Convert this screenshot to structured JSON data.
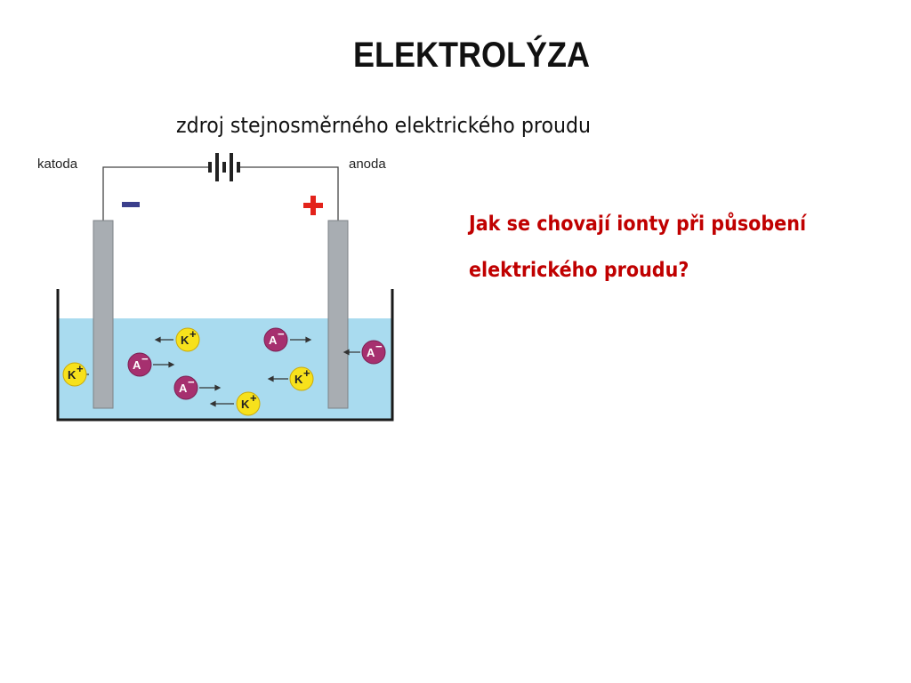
{
  "slide": {
    "title": "ELEKTROLÝZA",
    "subtitle": "zdroj stejnosměrného elektrického proudu",
    "question_line1": "Jak se chovají ionty při působení",
    "question_line2": "elektrického proudu?"
  },
  "diagram": {
    "cathode_label": "katoda",
    "anode_label": "anoda",
    "minus_sign": "−",
    "plus_sign": "+",
    "cation_text": "K",
    "anion_text": "A",
    "cation_charge": "+",
    "anion_charge": "−",
    "colors": {
      "solution": "#a9dbef",
      "electrode": "#a8adb2",
      "cation": "#f7e11c",
      "anion": "#a6306f",
      "minus": "#3b3f8c",
      "plus": "#e3231b"
    }
  }
}
